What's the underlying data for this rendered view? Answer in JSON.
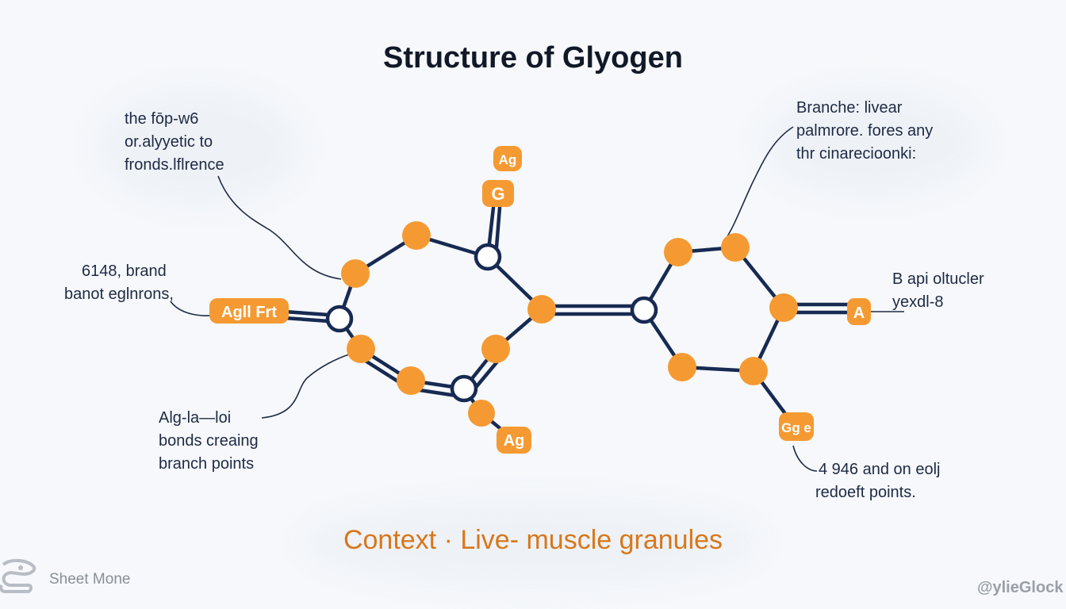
{
  "title": "Structure of Glyogen",
  "context": "Context · Live- muscle granules",
  "annotations": {
    "top_left": [
      "the fōp-w6",
      "or.alyyetic to",
      "fronds.lflrence"
    ],
    "mid_left": [
      "6148, brand",
      "banot eglnrons,"
    ],
    "bottom_left": [
      "Alg-la—loi",
      "bonds creaing",
      "branch points"
    ],
    "top_right": [
      "Branche: livear",
      "palmrore. fores any",
      "thr cinarecioonki:"
    ],
    "mid_right": [
      "B api oltucler",
      "yexdl-8"
    ],
    "bottom_right": [
      "4 946 and on eolj",
      "redoeft points."
    ]
  },
  "tags": {
    "top_ag": "Ag",
    "top_g": "G",
    "left_tag": "Agll Frt",
    "bottom_ag": "Ag",
    "right_a": "A",
    "bottom_right_tag": "Gg e"
  },
  "footer": {
    "left": "Sheet Mone",
    "right": "@ylieGlock"
  },
  "colors": {
    "node_fill": "#f59a32",
    "bond": "#172a52",
    "accent_text": "#d9771a",
    "background": "#f6f8fb"
  }
}
